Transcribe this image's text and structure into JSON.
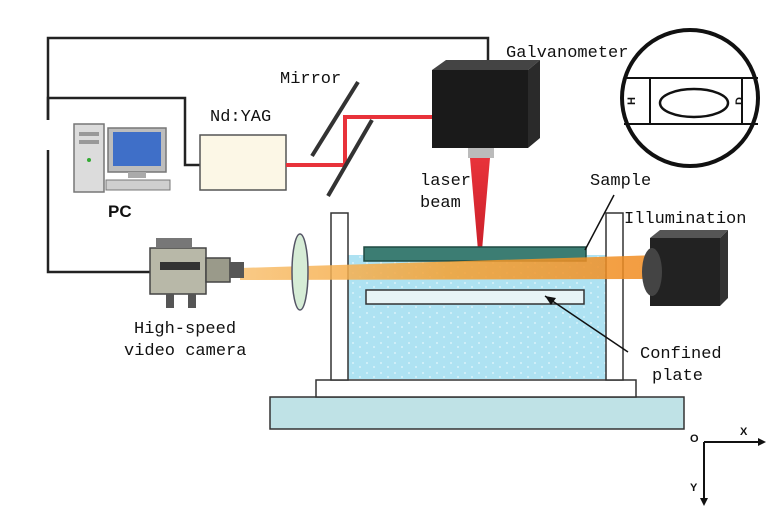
{
  "labels": {
    "galvanometer": "Galvanometer",
    "mirror": "Mirror",
    "nd_yag": "Nd:YAG",
    "pc": "PC",
    "laser_line1": "laser",
    "laser_line2": "beam",
    "sample": "Sample",
    "illumination": "Illumination",
    "camera_line1": "High-speed",
    "camera_line2": "video camera",
    "confined_line1": "Confined",
    "confined_line2": "plate",
    "inset_h": "H",
    "inset_d": "D",
    "axis_origin": "O",
    "axis_x": "X",
    "axis_y": "Y"
  },
  "colors": {
    "laser": "#e8323a",
    "water": "#aee2f2",
    "light_beam": "#f5a030",
    "tank_base": "#bfe2e6",
    "device_black": "#1a1a1a",
    "sample_plate": "#3c7d73"
  }
}
